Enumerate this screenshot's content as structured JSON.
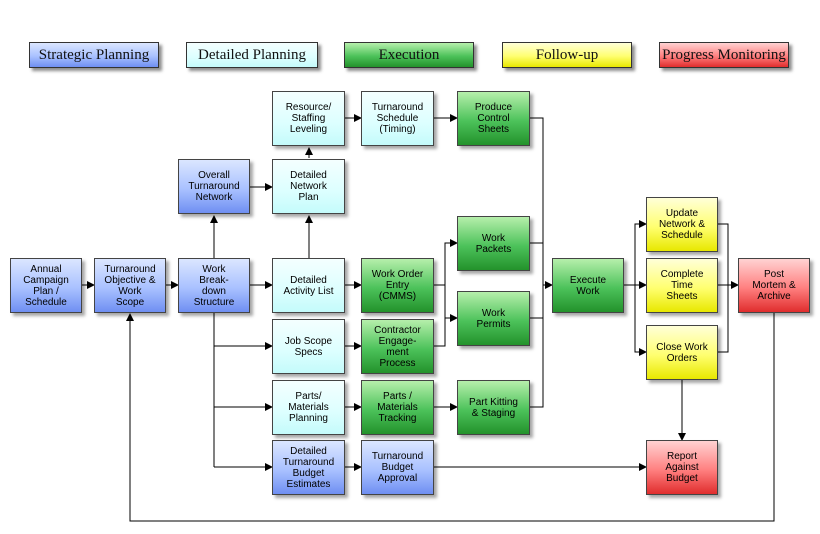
{
  "legend": {
    "strategic": "Strategic Planning",
    "detailed": "Detailed Planning",
    "execution": "Execution",
    "followup": "Follow-up",
    "monitoring": "Progress Monitoring"
  },
  "nodes": {
    "annual": "Annual\nCampaign\nPlan /\nSchedule",
    "objective": "Turnaround\nObjective &\nWork\nScope",
    "wbs": "Work\nBreak-\ndown\nStructure",
    "overall_network": "Overall\nTurnaround\nNetwork",
    "resource": "Resource/\nStaffing\nLeveling",
    "ta_schedule": "Turnaround\nSchedule\n(Timing)",
    "control_sheets": "Produce\nControl\nSheets",
    "detailed_network": "Detailed\nNetwork\nPlan",
    "activity_list": "Detailed\nActivity List",
    "work_order": "Work Order\nEntry\n(CMMS)",
    "work_packets": "Work\nPackets",
    "job_scope": "Job Scope\nSpecs",
    "contractor": "Contractor\nEngage-\nment\nProcess",
    "work_permits": "Work\nPermits",
    "parts_planning": "Parts/\nMaterials\nPlanning",
    "parts_tracking": "Parts /\nMaterials\nTracking",
    "kitting": "Part Kitting\n& Staging",
    "budget_estimates": "Detailed\nTurnaround\nBudget\nEstimates",
    "budget_approval": "Turnaround\nBudget\nApproval",
    "execute": "Execute\nWork",
    "update_network": "Update\nNetwork &\nSchedule",
    "time_sheets": "Complete\nTime\nSheets",
    "close_orders": "Close  Work\nOrders",
    "post_mortem": "Post\nMortem &\nArchive",
    "report_budget": "Report\nAgainst\nBudget"
  },
  "colors": {
    "strategic": "#8fa8f8",
    "detailed": "#dcffff",
    "execution": "#3fb34b",
    "followup": "#ffff66",
    "monitoring": "#f06060"
  }
}
